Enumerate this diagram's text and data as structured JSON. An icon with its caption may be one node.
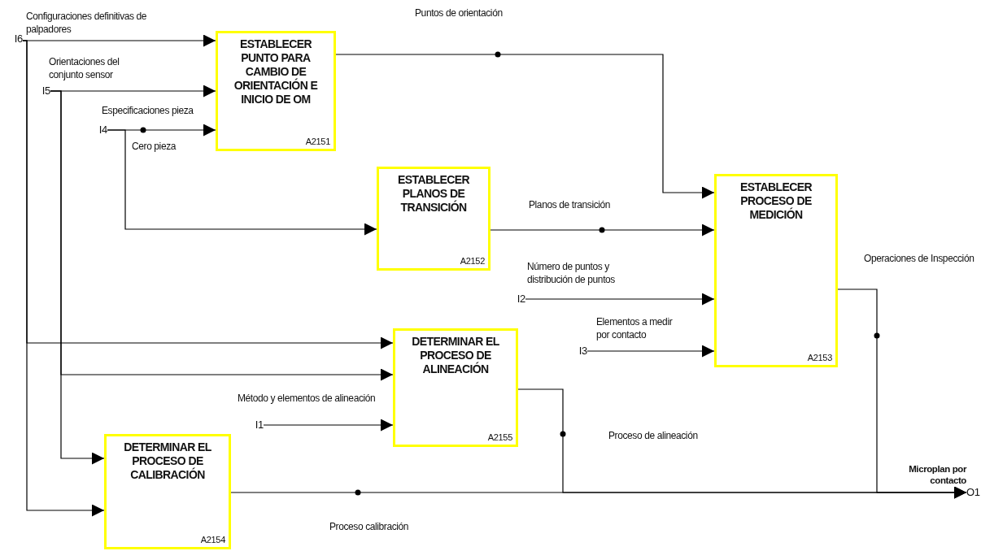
{
  "diagram": {
    "nodes": [
      {
        "text": [
          "ESTABLECER PUNTO PARA CAMBIO DE ORIENTACIÓN E INICIO DE OM",
          "A2151"
        ]
      },
      {
        "text": [
          "ESTABLECER PLANOS DE TRANSICIÓN",
          "A2152"
        ]
      },
      {
        "text": [
          "ESTABLECER PROCESO DE MEDICIÓN",
          "A2153"
        ]
      },
      {
        "text": [
          "DETERMINAR EL PROCESO DE ALINEACIÓN",
          "A2155"
        ]
      },
      {
        "text": [
          "DETERMINAR EL PROCESO DE CALIBRACIÓN",
          "A2154"
        ]
      },
      {
        "text": [
          "I6"
        ]
      },
      {
        "text": [
          "I5"
        ]
      },
      {
        "text": [
          "I4"
        ]
      },
      {
        "text": [
          "I2"
        ]
      },
      {
        "text": [
          "I3"
        ]
      },
      {
        "text": [
          "I1"
        ]
      },
      {
        "text": [
          "O1"
        ],
        "beside": [
          "Microplan por contacto"
        ]
      }
    ],
    "edges": [
      {
        "from": 5,
        "to": 0,
        "arrow": "to",
        "label": "Configuraciones definitivas de palpadores"
      },
      {
        "from": 5,
        "to": 3,
        "arrow": "to"
      },
      {
        "from": 5,
        "to": 4,
        "arrow": "to"
      },
      {
        "from": 6,
        "to": 0,
        "arrow": "to",
        "label": "Orientaciones del conjunto sensor"
      },
      {
        "from": 6,
        "to": 3,
        "arrow": "to"
      },
      {
        "from": 6,
        "to": 4,
        "arrow": "to"
      },
      {
        "from": 7,
        "to": 0,
        "arrow": "to",
        "label": "Especificaciones pieza"
      },
      {
        "from": 7,
        "to": 1,
        "arrow": "to",
        "label": "Cero pieza"
      },
      {
        "from": 0,
        "to": 2,
        "arrow": "to",
        "label": "Puntos de orientación"
      },
      {
        "from": 1,
        "to": 2,
        "arrow": "to",
        "label": "Planos de transición"
      },
      {
        "from": 8,
        "to": 2,
        "arrow": "to",
        "label": "Número de puntos y distribución de puntos"
      },
      {
        "from": 9,
        "to": 2,
        "arrow": "to",
        "label": "Elementos a medir por contacto"
      },
      {
        "from": 10,
        "to": 3,
        "arrow": "to",
        "label": "Método y elementos de alineación"
      },
      {
        "from": 2,
        "to": 11,
        "arrow": "to",
        "label": "Operaciones de Inspección"
      },
      {
        "from": 3,
        "to": 11,
        "arrow": "to",
        "label": "Proceso de alineación"
      },
      {
        "from": 4,
        "to": 11,
        "arrow": "to",
        "label": "Proceso calibración"
      }
    ]
  }
}
